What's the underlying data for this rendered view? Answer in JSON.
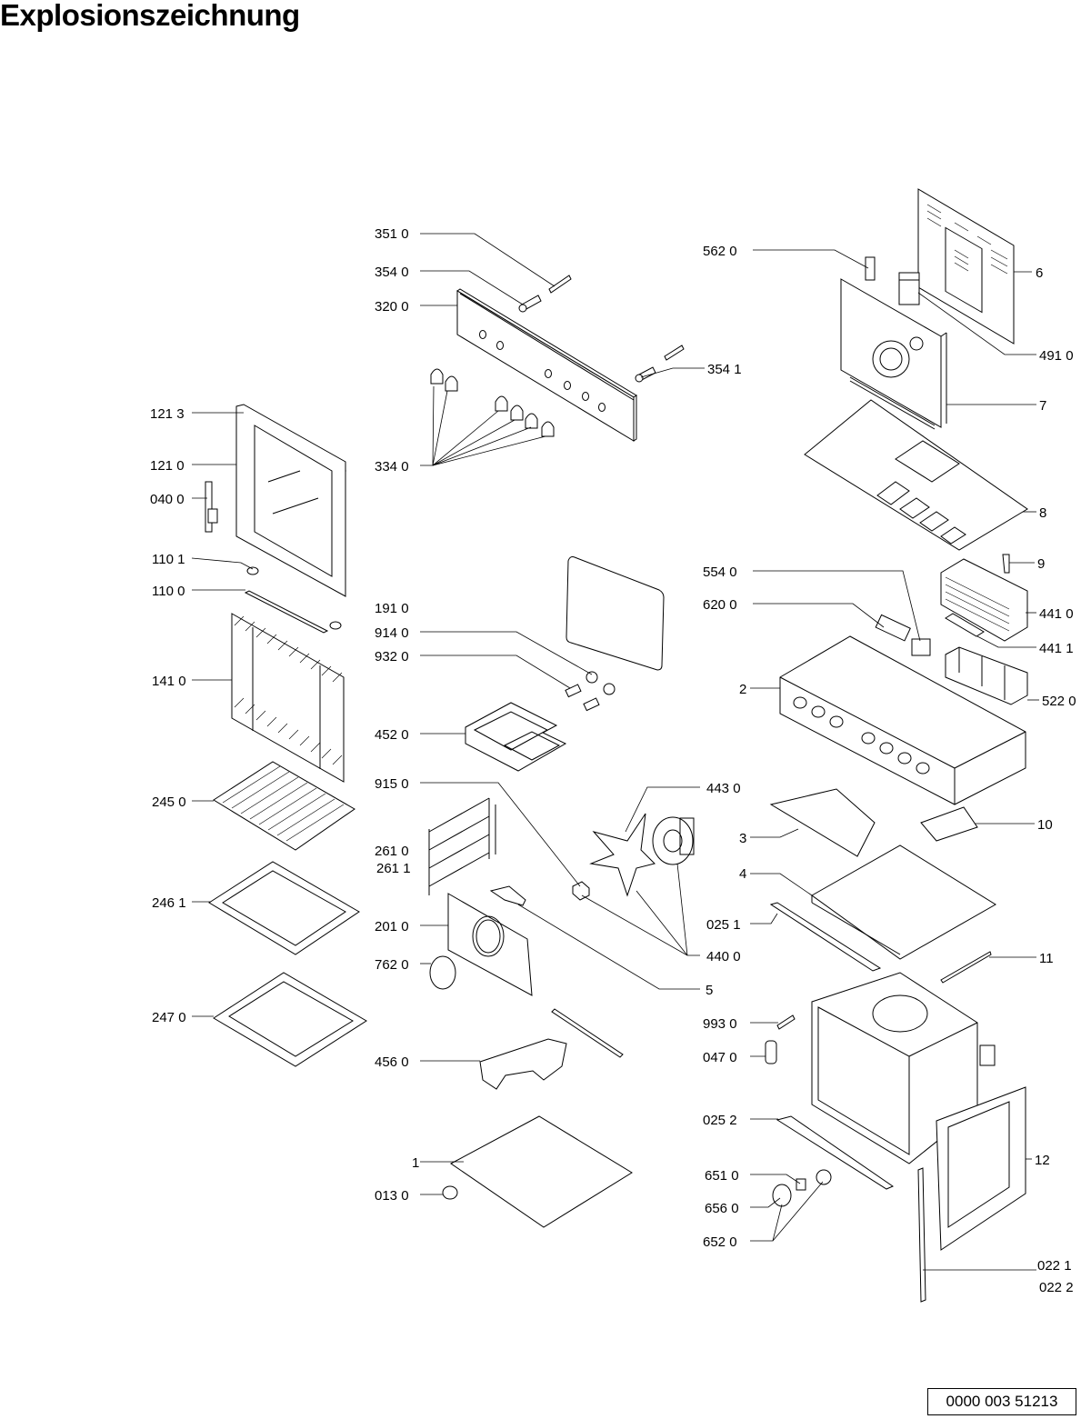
{
  "title": "Explosionszeichnung",
  "document_number": "0000 003 51213",
  "parts": [
    {
      "id": "351_0",
      "label": "351 0"
    },
    {
      "id": "354_0",
      "label": "354 0"
    },
    {
      "id": "320_0",
      "label": "320 0"
    },
    {
      "id": "354_1",
      "label": "354 1"
    },
    {
      "id": "334_0",
      "label": "334 0"
    },
    {
      "id": "562_0",
      "label": "562 0"
    },
    {
      "id": "6",
      "label": "6"
    },
    {
      "id": "491_0",
      "label": "491 0"
    },
    {
      "id": "7",
      "label": "7"
    },
    {
      "id": "8",
      "label": "8"
    },
    {
      "id": "9",
      "label": "9"
    },
    {
      "id": "441_0",
      "label": "441 0"
    },
    {
      "id": "441_1",
      "label": "441 1"
    },
    {
      "id": "554_0",
      "label": "554 0"
    },
    {
      "id": "620_0",
      "label": "620 0"
    },
    {
      "id": "2",
      "label": "2"
    },
    {
      "id": "522_0",
      "label": "522 0"
    },
    {
      "id": "121_3",
      "label": "121 3"
    },
    {
      "id": "121_0",
      "label": "121 0"
    },
    {
      "id": "040_0",
      "label": "040 0"
    },
    {
      "id": "110_1",
      "label": "110 1"
    },
    {
      "id": "110_0",
      "label": "110 0"
    },
    {
      "id": "141_0",
      "label": "141 0"
    },
    {
      "id": "191_0",
      "label": "191 0"
    },
    {
      "id": "914_0",
      "label": "914 0"
    },
    {
      "id": "932_0",
      "label": "932 0"
    },
    {
      "id": "452_0",
      "label": "452 0"
    },
    {
      "id": "915_0",
      "label": "915 0"
    },
    {
      "id": "443_0",
      "label": "443 0"
    },
    {
      "id": "245_0",
      "label": "245 0"
    },
    {
      "id": "261_0",
      "label": "261 0"
    },
    {
      "id": "261_1",
      "label": "261 1"
    },
    {
      "id": "3",
      "label": "3"
    },
    {
      "id": "10",
      "label": "10"
    },
    {
      "id": "4",
      "label": "4"
    },
    {
      "id": "246_1",
      "label": "246 1"
    },
    {
      "id": "201_0",
      "label": "201 0"
    },
    {
      "id": "025_1",
      "label": "025 1"
    },
    {
      "id": "440_0",
      "label": "440 0"
    },
    {
      "id": "762_0",
      "label": "762 0"
    },
    {
      "id": "5",
      "label": "5"
    },
    {
      "id": "11",
      "label": "11"
    },
    {
      "id": "247_0",
      "label": "247 0"
    },
    {
      "id": "993_0",
      "label": "993 0"
    },
    {
      "id": "047_0",
      "label": "047 0"
    },
    {
      "id": "456_0",
      "label": "456 0"
    },
    {
      "id": "025_2",
      "label": "025 2"
    },
    {
      "id": "12",
      "label": "12"
    },
    {
      "id": "1",
      "label": "1"
    },
    {
      "id": "651_0",
      "label": "651 0"
    },
    {
      "id": "013_0",
      "label": "013 0"
    },
    {
      "id": "656_0",
      "label": "656 0"
    },
    {
      "id": "652_0",
      "label": "652 0"
    },
    {
      "id": "022_1",
      "label": "022 1"
    },
    {
      "id": "022_2",
      "label": "022 2"
    }
  ]
}
